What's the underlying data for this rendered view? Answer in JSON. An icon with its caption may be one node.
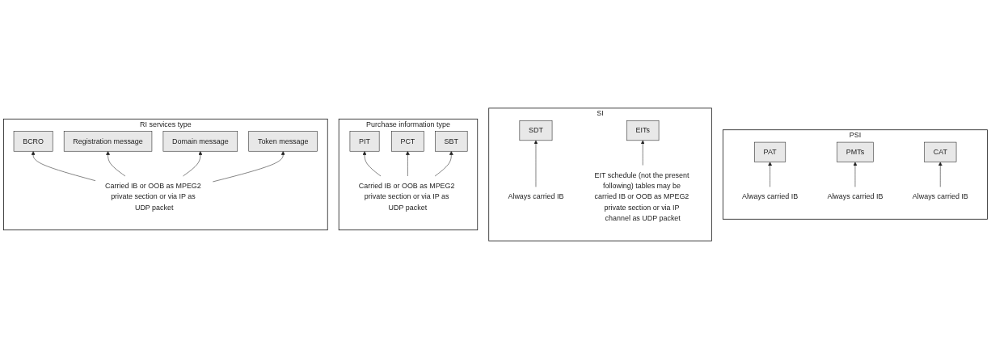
{
  "diagram": {
    "nodes": [
      {
        "text": [
          "PSI"
        ]
      },
      {
        "text": [
          "PAT"
        ],
        "in": 0
      },
      {
        "text": [
          "PMTs"
        ],
        "in": 0
      },
      {
        "text": [
          "CAT"
        ],
        "in": 0
      },
      {
        "text": [
          "Always carried IB"
        ],
        "in": 0
      },
      {
        "text": [
          "Always carried IB"
        ],
        "in": 0
      },
      {
        "text": [
          "Always carried IB"
        ],
        "in": 0
      },
      {
        "text": [
          "SI"
        ]
      },
      {
        "text": [
          "SDT"
        ],
        "in": 7
      },
      {
        "text": [
          "EITs"
        ],
        "in": 7
      },
      {
        "text": [
          "Always carried IB"
        ],
        "in": 7
      },
      {
        "text": [
          "EIT schedule (not the present following) tables may be carried IB or OOB as MPEG2 private section or via IP channel as UDP packet"
        ],
        "in": 7
      },
      {
        "text": [
          "Purchase information type"
        ]
      },
      {
        "text": [
          "PIT"
        ],
        "in": 12
      },
      {
        "text": [
          "PCT"
        ],
        "in": 12
      },
      {
        "text": [
          "SBT"
        ],
        "in": 12
      },
      {
        "text": [
          "Carried IB or OOB as MPEG2 private section or via IP as UDP packet"
        ],
        "in": 12
      },
      {
        "text": [
          "RI services type"
        ]
      },
      {
        "text": [
          "BCRO"
        ],
        "in": 17
      },
      {
        "text": [
          "Registration message"
        ],
        "in": 17
      },
      {
        "text": [
          "Domain message"
        ],
        "in": 17
      },
      {
        "text": [
          "Token message"
        ],
        "in": 17
      },
      {
        "text": [
          "Carried IB or OOB as MPEG2 private section or via IP as UDP packet"
        ],
        "in": 17
      }
    ],
    "edges": [
      {
        "from": 4,
        "to": 1,
        "arrow": "to"
      },
      {
        "from": 5,
        "to": 2,
        "arrow": "to"
      },
      {
        "from": 6,
        "to": 3,
        "arrow": "to"
      },
      {
        "from": 10,
        "to": 8,
        "arrow": "to"
      },
      {
        "from": 11,
        "to": 9,
        "arrow": "to"
      },
      {
        "from": 16,
        "to": 13,
        "arrow": "to"
      },
      {
        "from": 16,
        "to": 14,
        "arrow": "to"
      },
      {
        "from": 16,
        "to": 15,
        "arrow": "to"
      },
      {
        "from": 22,
        "to": 18,
        "arrow": "to"
      },
      {
        "from": 22,
        "to": 19,
        "arrow": "to"
      },
      {
        "from": 22,
        "to": 20,
        "arrow": "to"
      },
      {
        "from": 22,
        "to": 21,
        "arrow": "to"
      }
    ]
  }
}
